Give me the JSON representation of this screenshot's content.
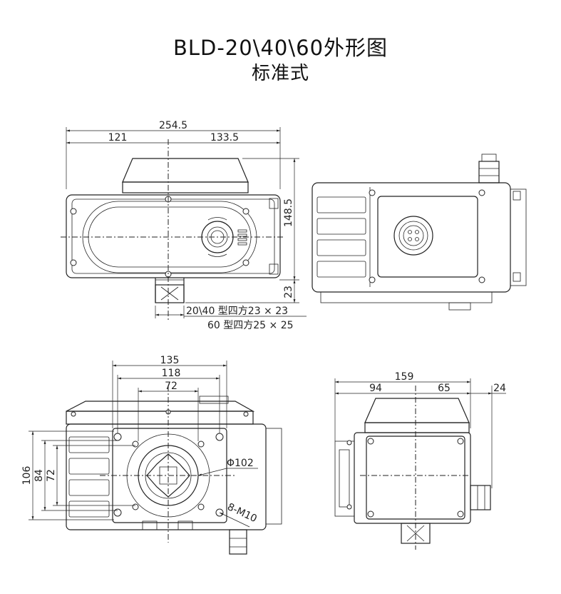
{
  "title": "BLD-20\\40\\60外形图",
  "subtitle": "标准式",
  "dims": {
    "top_overall": "254.5",
    "top_left": "121",
    "top_right": "133.5",
    "top_height": "148.5",
    "top_shaft": "23",
    "shaft_note_1": "20\\40 型四方23 × 23",
    "shaft_note_2": "60 型四方25 × 25",
    "bottom_135": "135",
    "bottom_118": "118",
    "bottom_72": "72",
    "bottom_106": "106",
    "bottom_84": "84",
    "bottom_72v": "72",
    "bottom_phi": "Φ102",
    "bottom_bolts": "8-M10",
    "side_159": "159",
    "side_94": "94",
    "side_65": "65",
    "side_24": "24"
  }
}
